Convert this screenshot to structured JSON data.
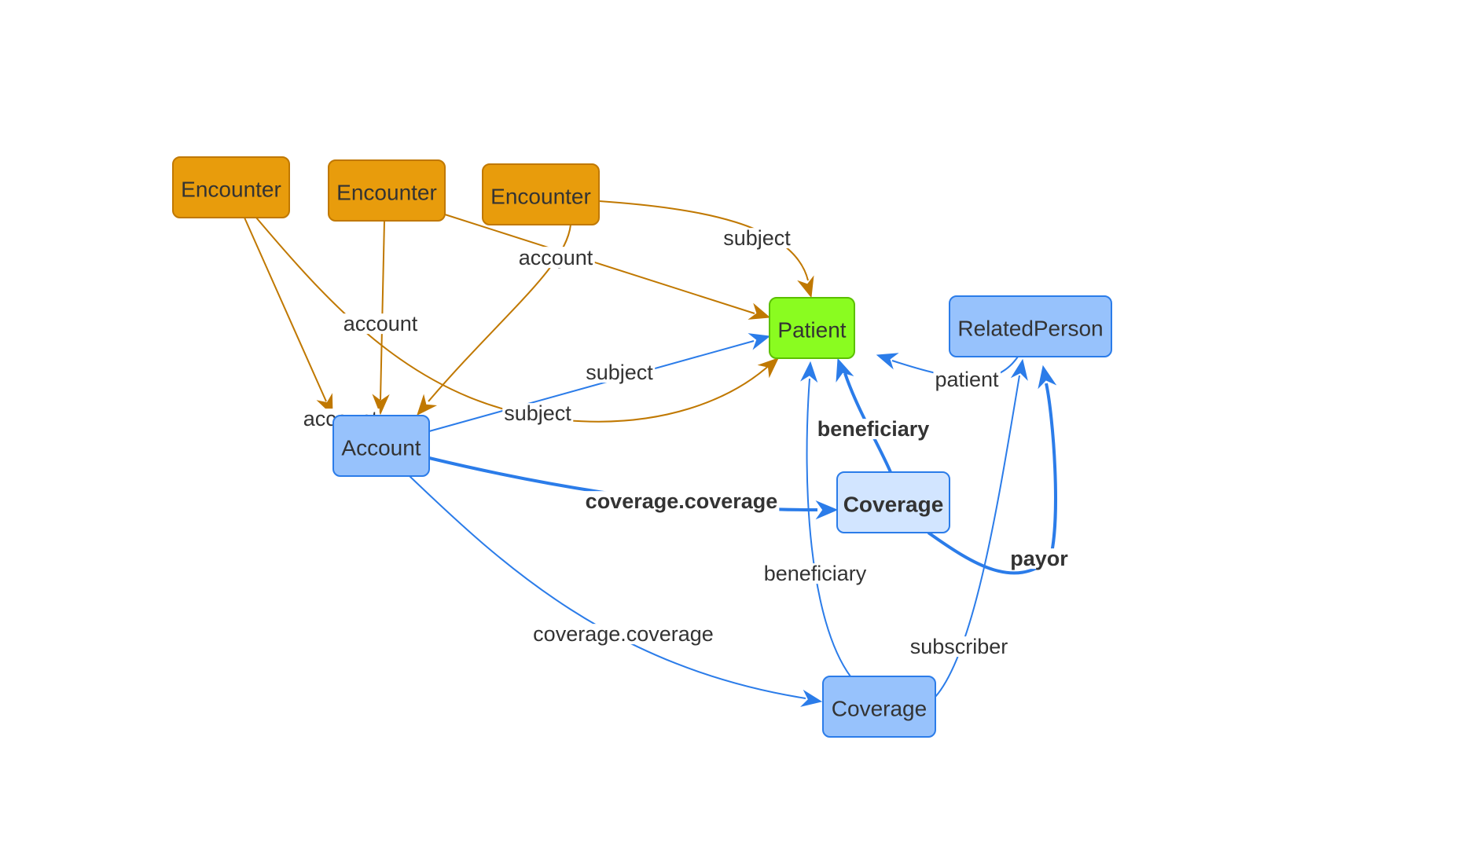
{
  "colors": {
    "encounter_fill": "#E89C0C",
    "encounter_stroke": "#C07800",
    "patient_fill": "#8AFC20",
    "patient_stroke": "#5BC000",
    "blue_fill": "#97C2FC",
    "blue_stroke": "#2B7CE9",
    "selected_fill": "#D2E5FF",
    "encounter_edge": "#C07800",
    "blue_edge": "#2B7CE9"
  },
  "nodes": [
    {
      "id": "enc1",
      "label": "Encounter",
      "group": "encounter"
    },
    {
      "id": "enc2",
      "label": "Encounter",
      "group": "encounter"
    },
    {
      "id": "enc3",
      "label": "Encounter",
      "group": "encounter"
    },
    {
      "id": "patient",
      "label": "Patient",
      "group": "patient"
    },
    {
      "id": "related",
      "label": "RelatedPerson",
      "group": "blue"
    },
    {
      "id": "account",
      "label": "Account",
      "group": "blue"
    },
    {
      "id": "cov1",
      "label": "Coverage",
      "group": "selected"
    },
    {
      "id": "cov2",
      "label": "Coverage",
      "group": "blue"
    }
  ],
  "edges": [
    {
      "id": "e1",
      "from": "enc1",
      "to": "account",
      "label": "account",
      "group": "encounter"
    },
    {
      "id": "e2",
      "from": "enc1",
      "to": "patient",
      "label": "subject",
      "group": "encounter"
    },
    {
      "id": "e3",
      "from": "enc2",
      "to": "account",
      "label": "account",
      "group": "encounter"
    },
    {
      "id": "e4",
      "from": "enc2",
      "to": "patient",
      "label": "subject",
      "group": "encounter"
    },
    {
      "id": "e5",
      "from": "enc3",
      "to": "patient",
      "label": "subject",
      "group": "encounter"
    },
    {
      "id": "e6",
      "from": "enc3",
      "to": "account",
      "label": "account",
      "group": "encounter"
    },
    {
      "id": "e7",
      "from": "account",
      "to": "patient",
      "label": "subject",
      "group": "blue"
    },
    {
      "id": "e8",
      "from": "account",
      "to": "cov1",
      "label": "coverage.coverage",
      "group": "selected"
    },
    {
      "id": "e9",
      "from": "account",
      "to": "cov2",
      "label": "coverage.coverage",
      "group": "blue"
    },
    {
      "id": "e10",
      "from": "cov1",
      "to": "patient",
      "label": "beneficiary",
      "group": "selected"
    },
    {
      "id": "e11",
      "from": "cov1",
      "to": "related",
      "label": "payor",
      "group": "selected"
    },
    {
      "id": "e12",
      "from": "cov2",
      "to": "patient",
      "label": "beneficiary",
      "group": "blue"
    },
    {
      "id": "e13",
      "from": "cov2",
      "to": "related",
      "label": "subscriber",
      "group": "blue"
    },
    {
      "id": "e14",
      "from": "related",
      "to": "patient",
      "label": "patient",
      "group": "blue"
    }
  ]
}
